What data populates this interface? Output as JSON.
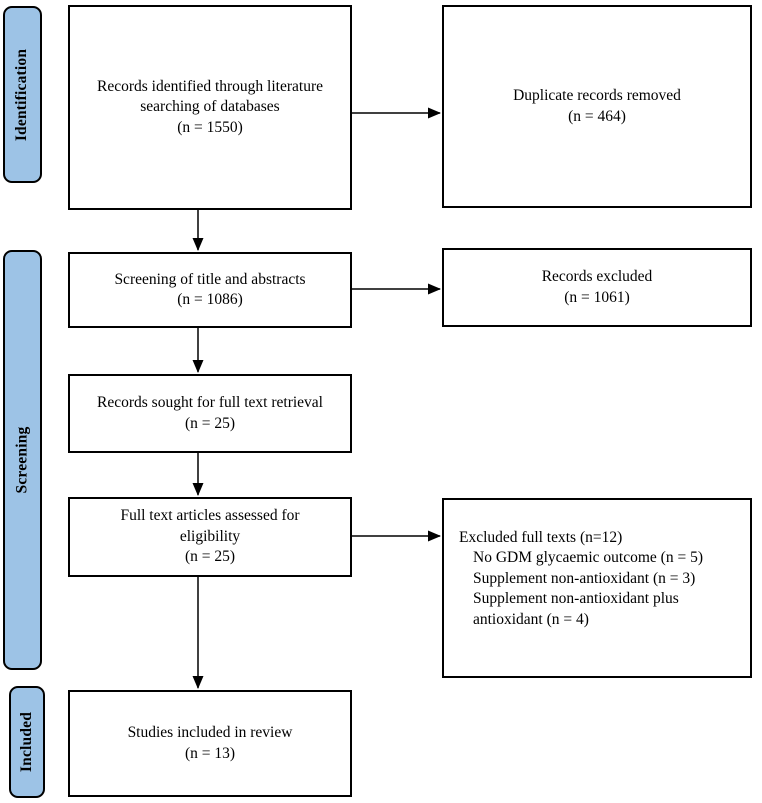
{
  "colors": {
    "stage_fill": "#9dc3e6",
    "stage_border": "#000000",
    "box_border": "#000000",
    "box_fill": "#ffffff",
    "arrow": "#000000"
  },
  "sidebar": {
    "stages": [
      {
        "label": "Identification"
      },
      {
        "label": "Screening"
      },
      {
        "label": "Included"
      }
    ]
  },
  "flow": {
    "identified": {
      "lines": [
        "Records identified through literature",
        "searching of databases",
        "(n = 1550)"
      ]
    },
    "duplicates": {
      "lines": [
        "Duplicate records removed",
        "(n = 464)"
      ]
    },
    "title_abstract": {
      "lines": [
        "Screening of title and abstracts",
        "(n = 1086)"
      ]
    },
    "records_excluded": {
      "lines": [
        "Records excluded",
        "(n = 1061)"
      ]
    },
    "fulltext_sought": {
      "lines": [
        "Records sought for full text retrieval",
        "(n = 25)"
      ]
    },
    "fulltext_assessed": {
      "lines": [
        "Full text articles assessed for",
        "eligibility",
        "(n = 25)"
      ]
    },
    "excluded_fulltexts": {
      "title": "Excluded full texts (n=12)",
      "items": [
        "No GDM glycaemic outcome (n = 5)",
        "Supplement non-antioxidant (n = 3)",
        "Supplement non-antioxidant plus antioxidant (n = 4)"
      ]
    },
    "included_studies": {
      "lines": [
        "Studies included in review",
        "(n = 13)"
      ]
    }
  }
}
